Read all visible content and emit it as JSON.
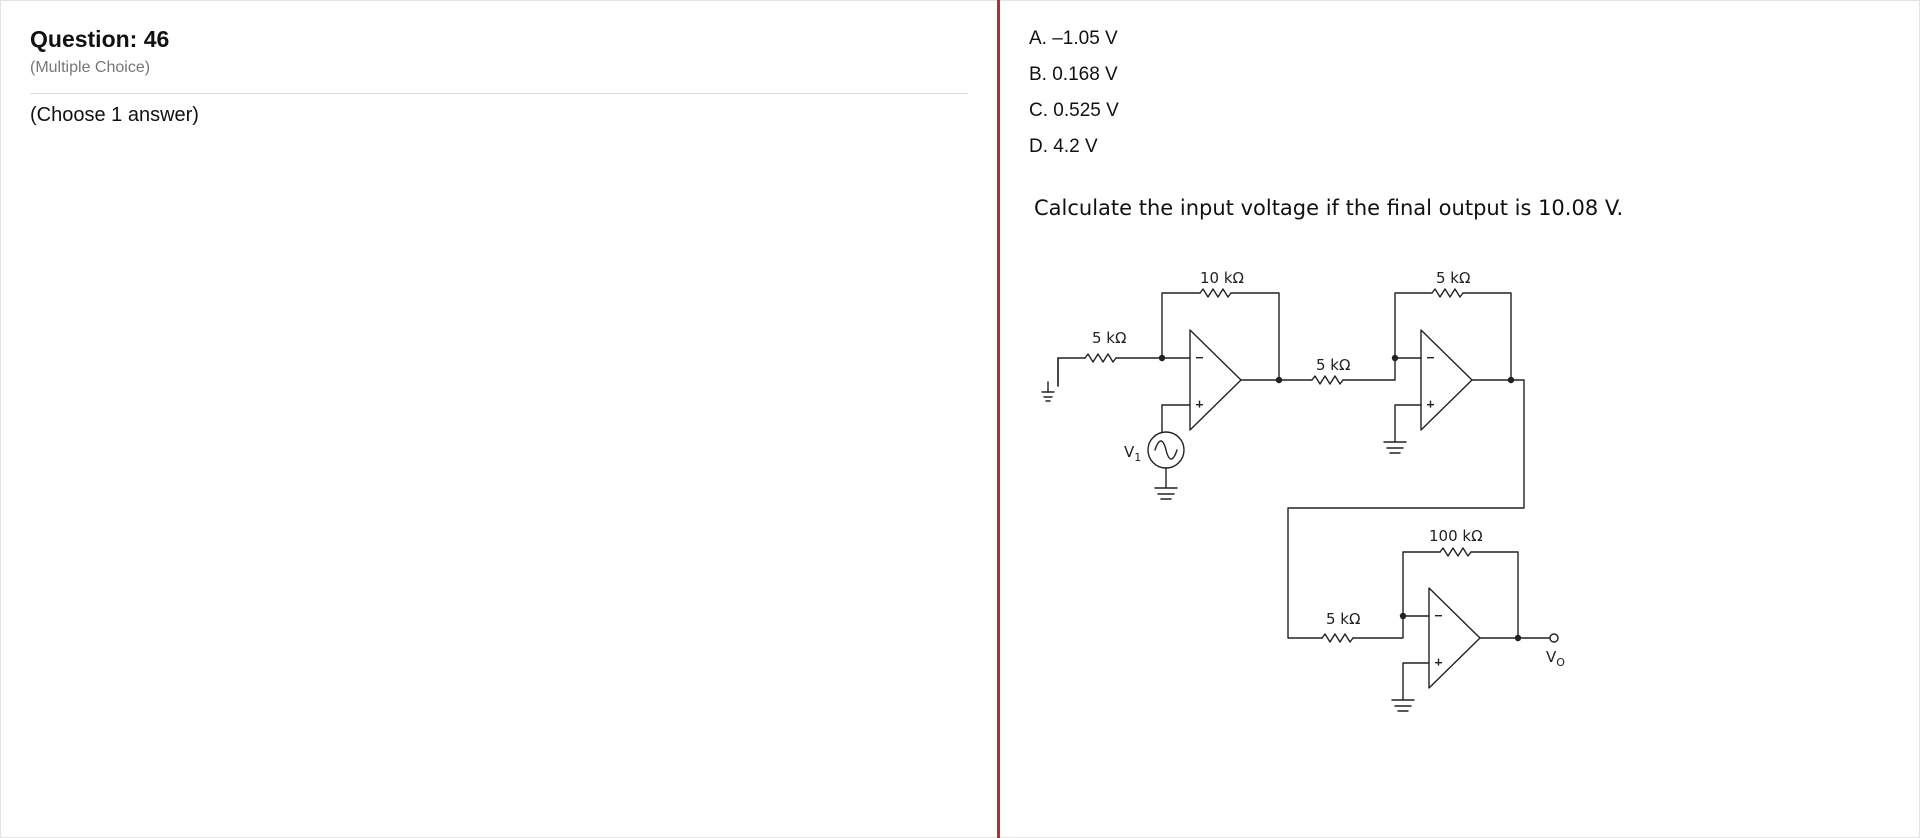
{
  "question": {
    "title": "Question: 46",
    "type": "(Multiple Choice)",
    "instruction": "(Choose 1 answer)"
  },
  "options": [
    "A. –1.05 V",
    "B. 0.168 V",
    "C. 0.525 V",
    "D. 4.2 V"
  ],
  "prompt": "Calculate the input voltage if the final output is 10.08 V.",
  "circuit": {
    "r_in1": "5 kΩ",
    "r_f1": "10 kΩ",
    "r_in2": "5 kΩ",
    "r_f2": "5 kΩ",
    "r_in3": "5 kΩ",
    "r_f3": "100 kΩ",
    "source_label": "V",
    "source_sub": "1",
    "output_label": "V",
    "output_sub": "O"
  },
  "colors": {
    "divider": "#c1272d",
    "secondary_text": "#777777"
  }
}
